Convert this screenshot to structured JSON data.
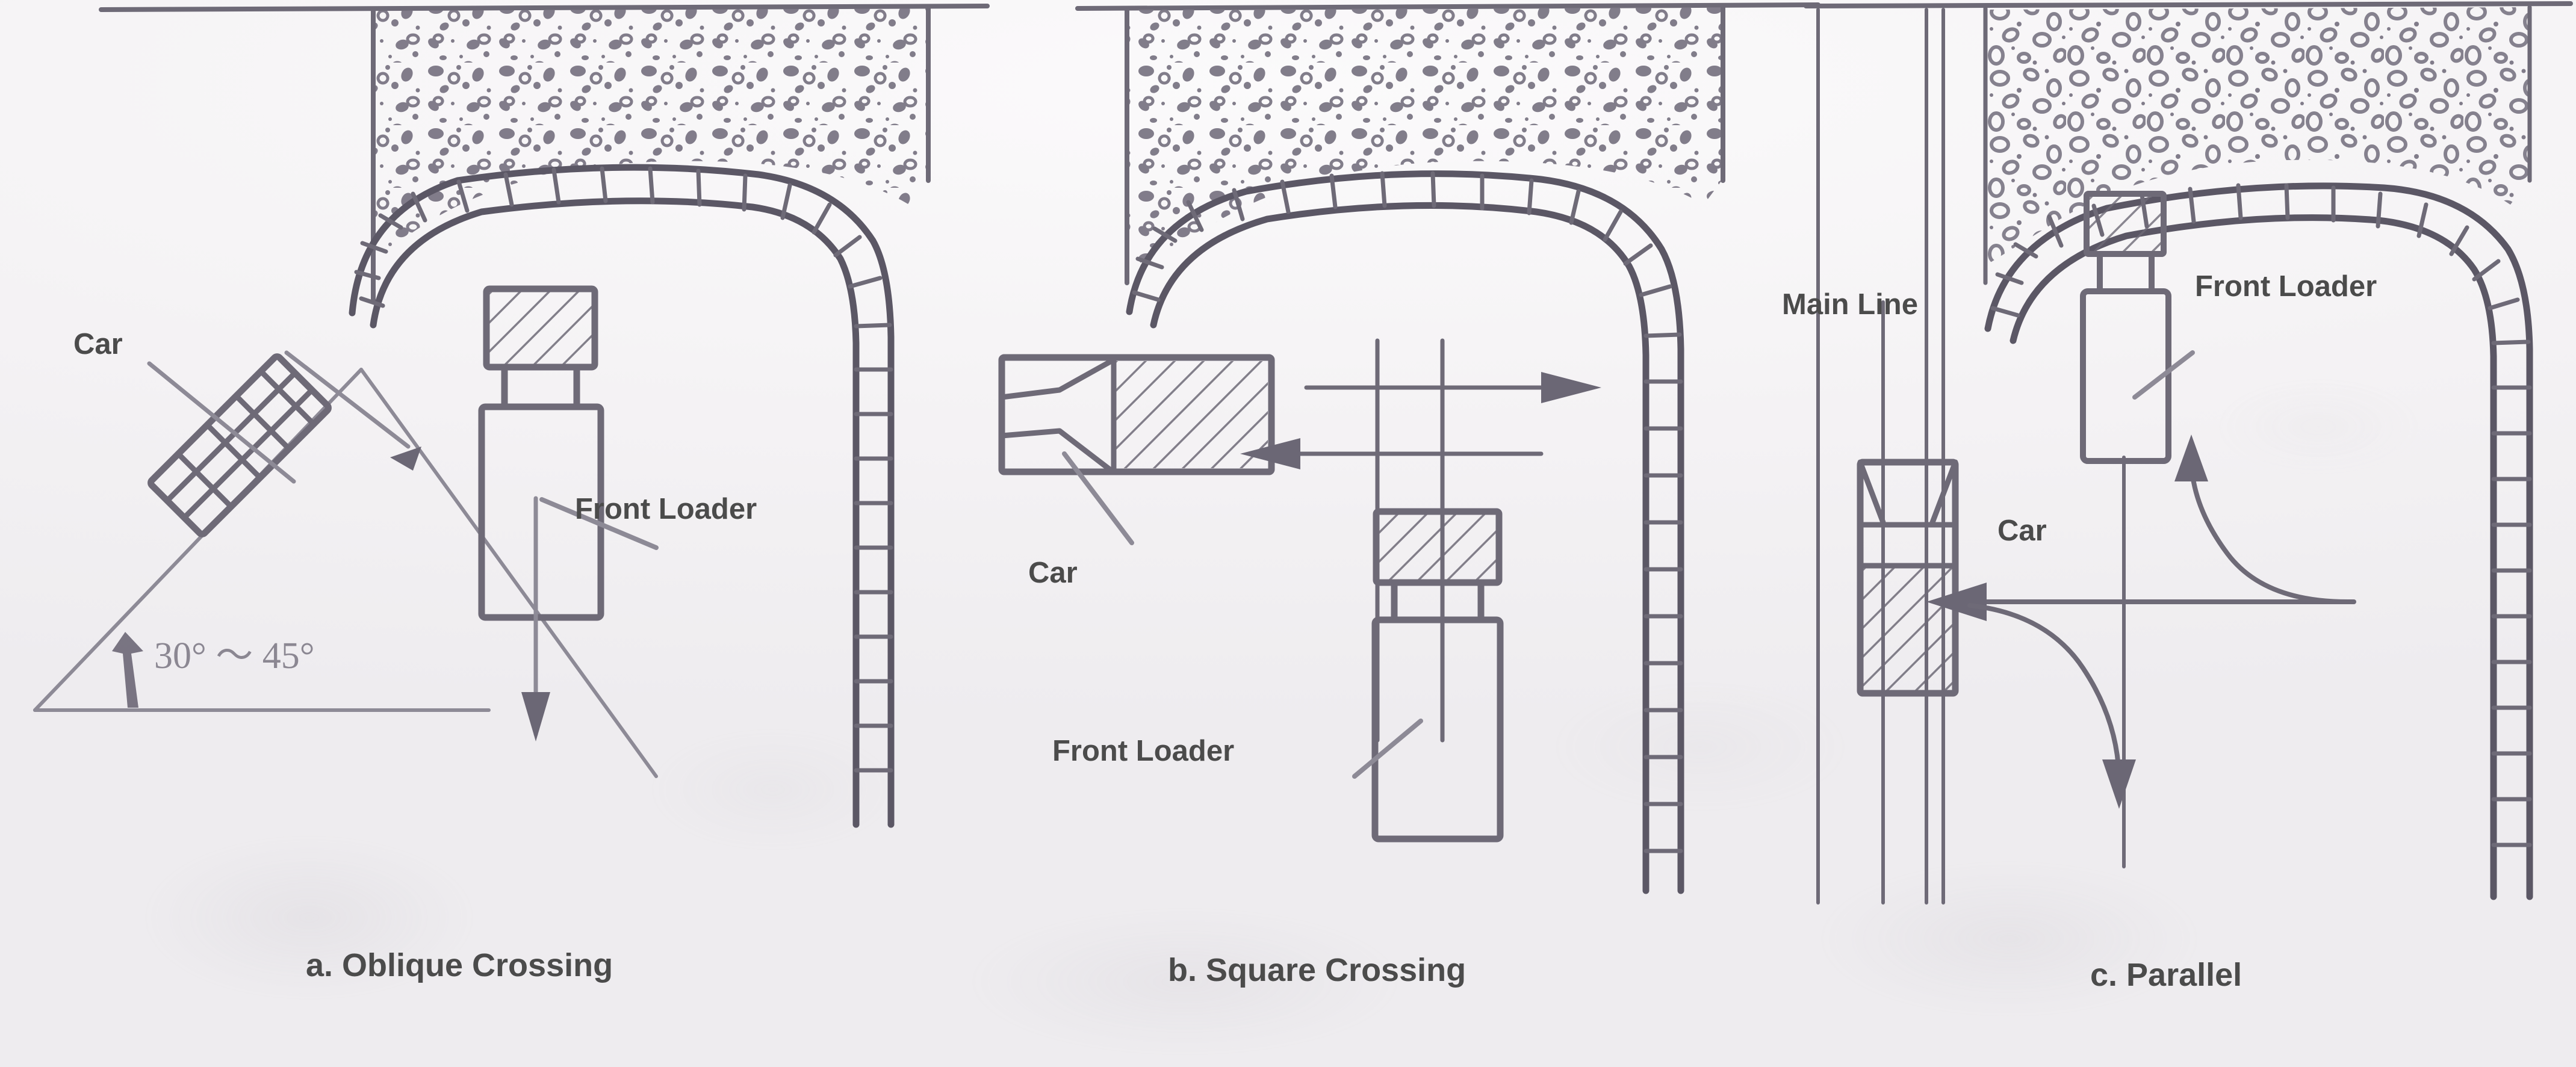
{
  "figure": {
    "title": "Rail car unloading arrangements relative to the aggregate stockpile",
    "ink_color": "#6e6a77",
    "label_color": "#4b4b4b",
    "paper_color": "#f4f2f4"
  },
  "panels": [
    {
      "id": "a",
      "caption": "a. Oblique Crossing",
      "labels": {
        "car": "Car",
        "front_loader": "Front Loader",
        "angle": "30° ～ 45°"
      }
    },
    {
      "id": "b",
      "caption": "b. Square Crossing",
      "labels": {
        "car": "Car",
        "front_loader": "Front Loader"
      }
    },
    {
      "id": "c",
      "caption": "c. Parallel",
      "labels": {
        "main_line": "Main Line",
        "car": "Car",
        "front_loader": "Front Loader"
      }
    }
  ],
  "legend_terms": {
    "car": "Car",
    "front_loader": "Front Loader",
    "main_line": "Main Line",
    "angle_range": "30° ～ 45°"
  }
}
